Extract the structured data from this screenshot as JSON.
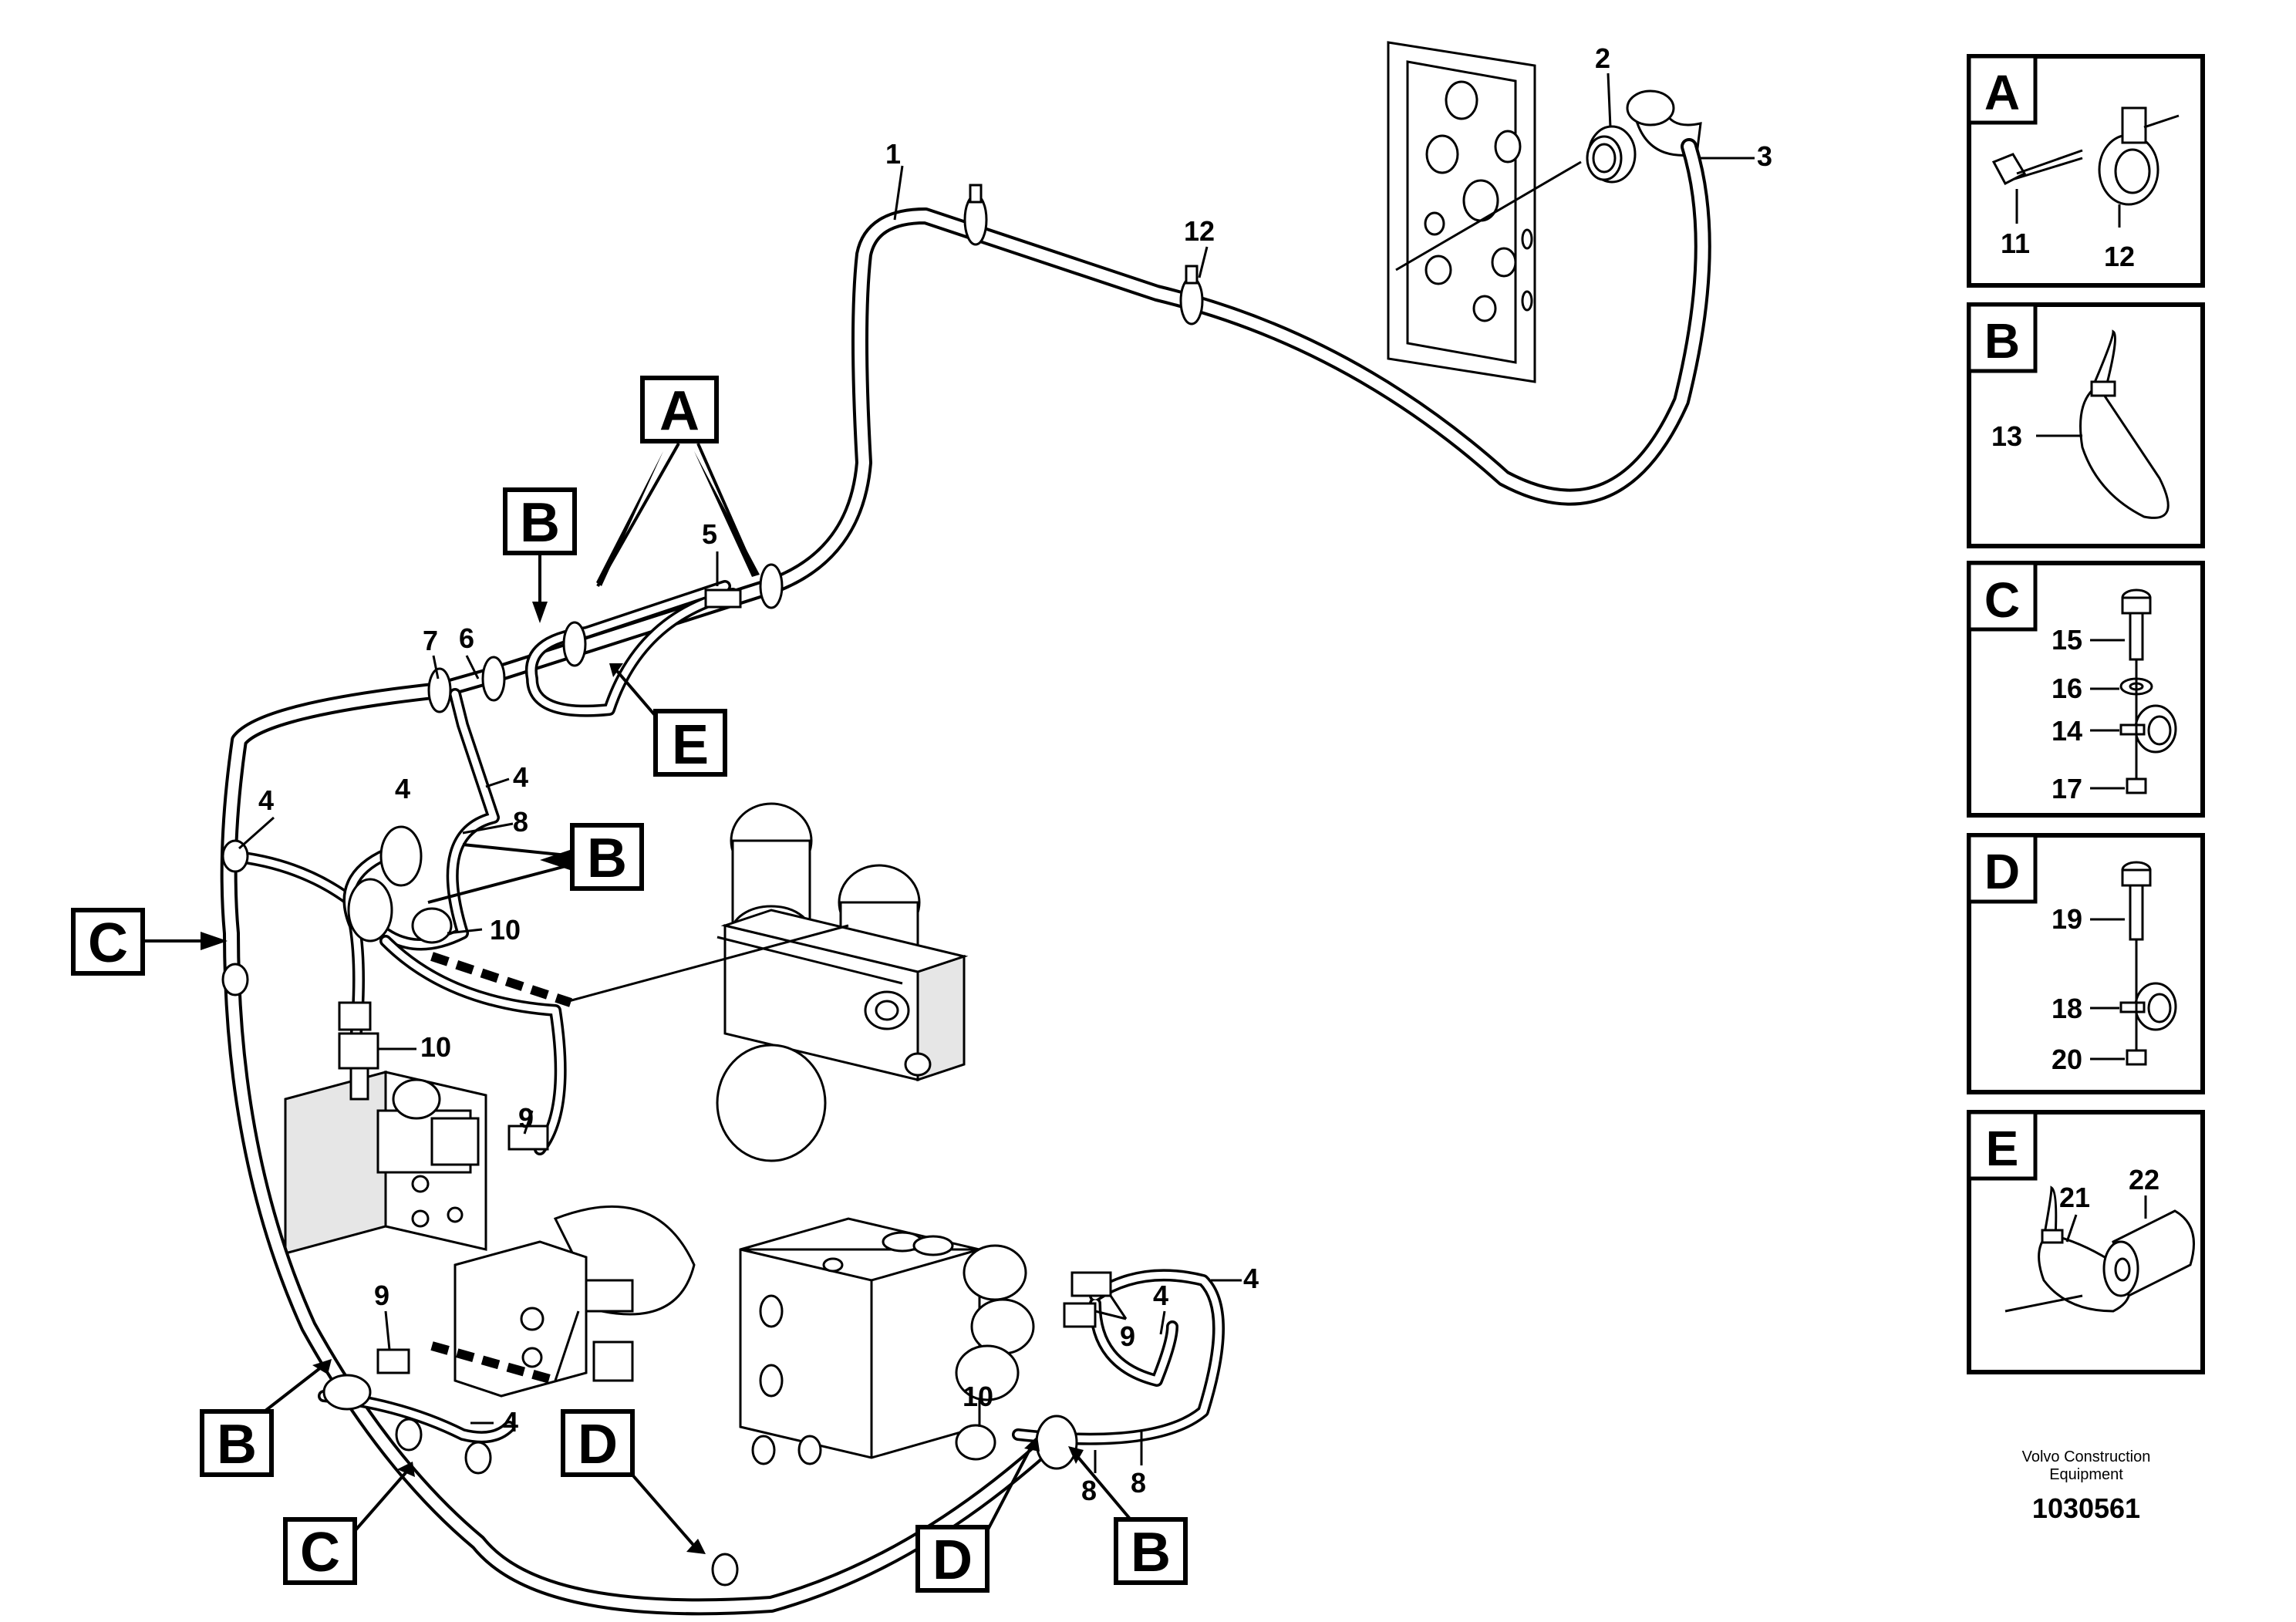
{
  "diagram": {
    "part_numbers": {
      "n1": "1",
      "n2": "2",
      "n3": "3",
      "n4a": "4",
      "n4b": "4",
      "n4c": "4",
      "n4d": "4",
      "n4e": "4",
      "n4f": "4",
      "n5": "5",
      "n6": "6",
      "n7": "7",
      "n8a": "8",
      "n8b": "8",
      "n8c": "8",
      "n9a": "9",
      "n9b": "9",
      "n9c": "9",
      "n10a": "10",
      "n10b": "10",
      "n10c": "10",
      "n12": "12"
    },
    "callouts": {
      "A": "A",
      "B1": "B",
      "B2": "B",
      "B3": "B",
      "B4": "B",
      "C1": "C",
      "C2": "C",
      "D1": "D",
      "D2": "D",
      "E": "E"
    },
    "legend": [
      {
        "letter": "A",
        "parts": [
          "11",
          "12"
        ]
      },
      {
        "letter": "B",
        "parts": [
          "13"
        ]
      },
      {
        "letter": "C",
        "parts": [
          "15",
          "16",
          "14",
          "17"
        ]
      },
      {
        "letter": "D",
        "parts": [
          "19",
          "18",
          "20"
        ]
      },
      {
        "letter": "E",
        "parts": [
          "21",
          "22"
        ]
      }
    ],
    "footer": {
      "company_line1": "Volvo Construction",
      "company_line2": "Equipment",
      "drawing_number": "1030561"
    }
  }
}
